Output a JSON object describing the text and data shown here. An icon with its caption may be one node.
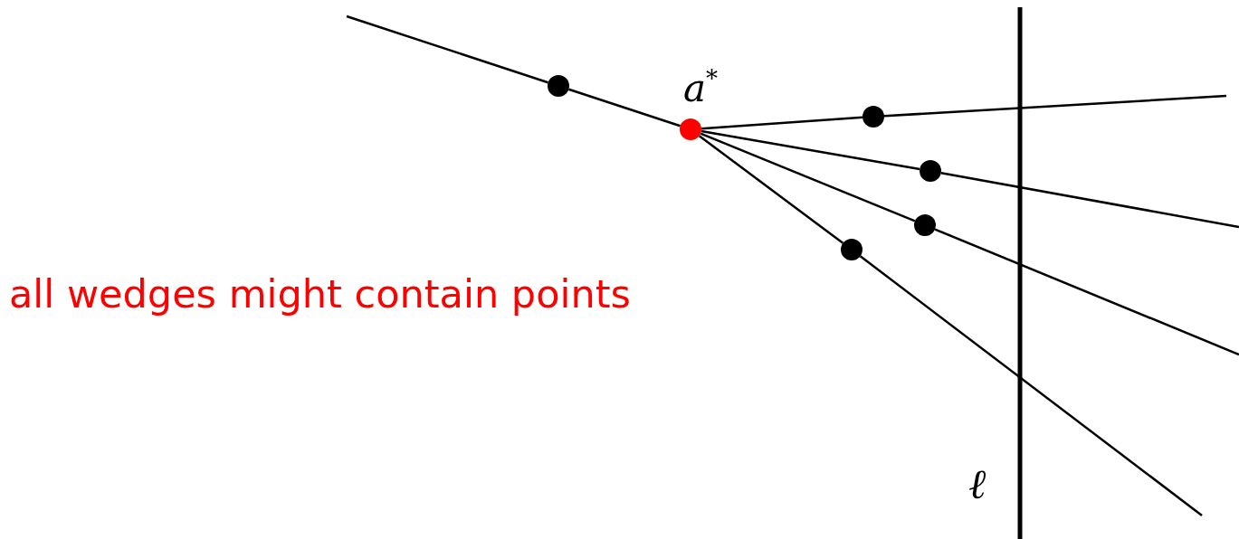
{
  "diagram": {
    "nodes": [
      {
        "text": [],
        "shape": "circle"
      },
      {
        "text": [],
        "shape": "circle",
        "beside": [
          "*a*$^{*}$"
        ]
      },
      {
        "text": [],
        "shape": "circle"
      },
      {
        "text": [],
        "shape": "circle"
      },
      {
        "text": [],
        "shape": "circle"
      },
      {
        "text": [],
        "shape": "circle"
      }
    ],
    "edges": [
      {
        "from": null,
        "to": 0,
        "arrow": "none"
      },
      {
        "from": 0,
        "to": 1,
        "arrow": "none"
      },
      {
        "from": 1,
        "to": 2,
        "arrow": "none"
      },
      {
        "from": 1,
        "to": 3,
        "arrow": "none"
      },
      {
        "from": 1,
        "to": 4,
        "arrow": "none"
      },
      {
        "from": 1,
        "to": 5,
        "arrow": "none"
      },
      {
        "from": 2,
        "to": null,
        "arrow": "none"
      },
      {
        "from": 3,
        "to": null,
        "arrow": "none"
      },
      {
        "from": 4,
        "to": null,
        "arrow": "none"
      },
      {
        "from": 5,
        "to": null,
        "arrow": "none"
      }
    ],
    "labels": [
      "all wedges might contain points",
      "ℓ"
    ]
  }
}
